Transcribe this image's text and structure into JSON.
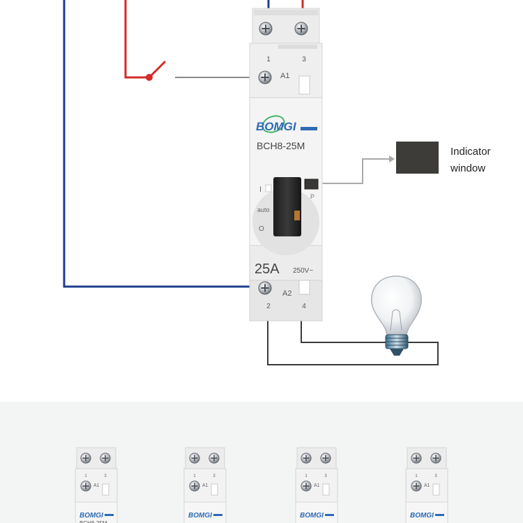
{
  "device": {
    "brand": "BOMGI",
    "model": "BCH8-25M",
    "rating_current": "25A",
    "rating_voltage": "250V~",
    "terminal_top_left": "1",
    "terminal_top_right": "3",
    "terminal_bottom_left": "2",
    "terminal_bottom_right": "4",
    "coil_top": "A1",
    "coil_bottom": "A2",
    "switch_on": "I",
    "switch_auto": "auto",
    "switch_off": "O",
    "indicator_mark": "P"
  },
  "callout": {
    "line1": "Indicator",
    "line2": "window"
  },
  "thumbnails": [
    {
      "brand": "BOMGI",
      "model": "BCH8-25M"
    },
    {
      "brand": "BOMGI",
      "model": ""
    },
    {
      "brand": "BOMGI",
      "model": ""
    },
    {
      "brand": "BOMGI",
      "model": ""
    }
  ],
  "colors": {
    "live_wire": "#d52a26",
    "neutral_wire": "#1f3d8c",
    "control_wire": "#8a8a8a",
    "load_wire": "#3a3a3a",
    "brand_blue": "#2d6bb5",
    "device_body": "#eeeeee",
    "indicator_swatch": "#3e3c38"
  }
}
